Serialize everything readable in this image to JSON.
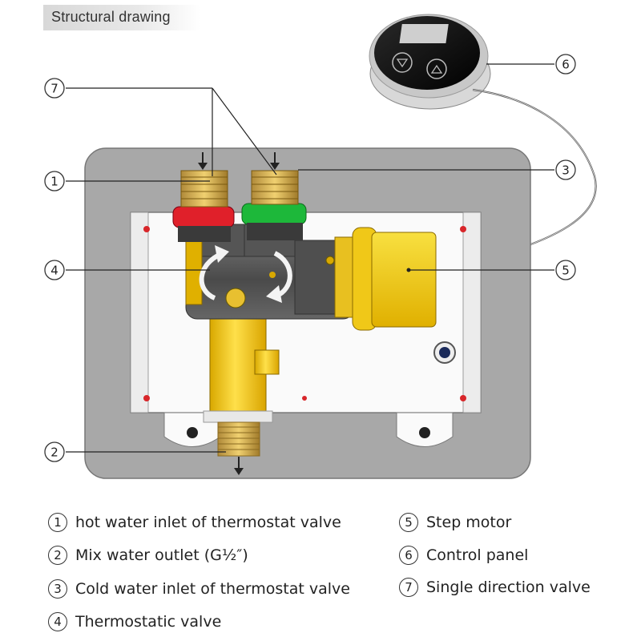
{
  "header": {
    "title": "Structural drawing"
  },
  "callouts": {
    "c1": "1",
    "c2": "2",
    "c3": "3",
    "c4": "4",
    "c5": "5",
    "c6": "6",
    "c7": "7"
  },
  "legend": [
    {
      "num": "1",
      "text": "hot water inlet of thermostat valve"
    },
    {
      "num": "2",
      "text": "Mix water outlet (G½″)"
    },
    {
      "num": "3",
      "text": "Cold water inlet of thermostat valve"
    },
    {
      "num": "4",
      "text": "Thermostatic valve"
    },
    {
      "num": "5",
      "text": "Step motor"
    },
    {
      "num": "6",
      "text": "Control panel"
    },
    {
      "num": "7",
      "text": "Single direction valve"
    }
  ],
  "colors": {
    "hot": "#e0202a",
    "cold": "#1db83a",
    "brass": "#e8b84a",
    "motor": "#f3d21c",
    "housing": "#a8a8a8",
    "valve_body": "#5a5a5a"
  }
}
